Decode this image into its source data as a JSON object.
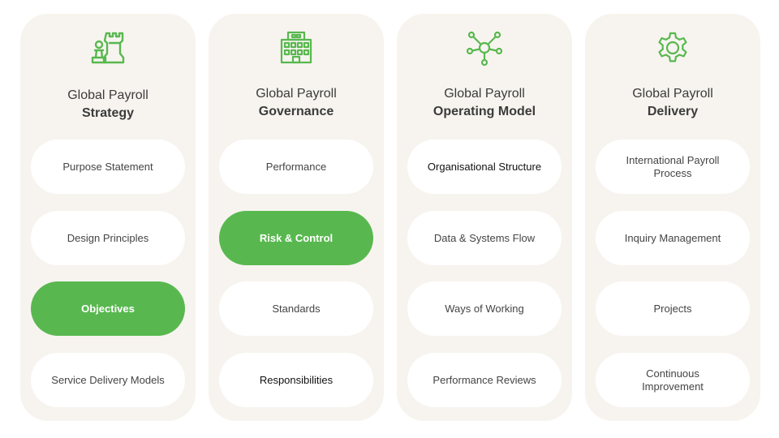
{
  "colors": {
    "accent_green": "#58b84f",
    "column_background": "#f7f4ef",
    "pill_background": "#ffffff",
    "title_text": "#3b3b3b"
  },
  "columns": [
    {
      "icon": "chess-strategy-icon",
      "title_line1": "Global Payroll",
      "title_line2": "Strategy",
      "items": [
        {
          "label": "Purpose Statement",
          "active": false
        },
        {
          "label": "Design Principles",
          "active": false
        },
        {
          "label": "Objectives",
          "active": true
        },
        {
          "label": "Service Delivery Models",
          "active": false
        }
      ]
    },
    {
      "icon": "building-icon",
      "title_line1": "Global Payroll",
      "title_line2": "Governance",
      "items": [
        {
          "label": "Performance",
          "active": false
        },
        {
          "label": "Risk & Control",
          "active": true
        },
        {
          "label": "Standards",
          "active": false
        },
        {
          "label": "Responsibilities",
          "active": false
        }
      ]
    },
    {
      "icon": "network-hub-icon",
      "title_line1": "Global Payroll",
      "title_line2": "Operating Model",
      "items": [
        {
          "label": "Organisational Structure",
          "active": false
        },
        {
          "label": "Data & Systems Flow",
          "active": false
        },
        {
          "label": "Ways of Working",
          "active": false
        },
        {
          "label": "Performance Reviews",
          "active": false
        }
      ]
    },
    {
      "icon": "gear-icon",
      "title_line1": "Global Payroll",
      "title_line2": "Delivery",
      "items": [
        {
          "label": "International Payroll Process",
          "active": false
        },
        {
          "label": "Inquiry Management",
          "active": false
        },
        {
          "label": "Projects",
          "active": false
        },
        {
          "label": "Continuous Improvement",
          "active": false
        }
      ]
    }
  ]
}
